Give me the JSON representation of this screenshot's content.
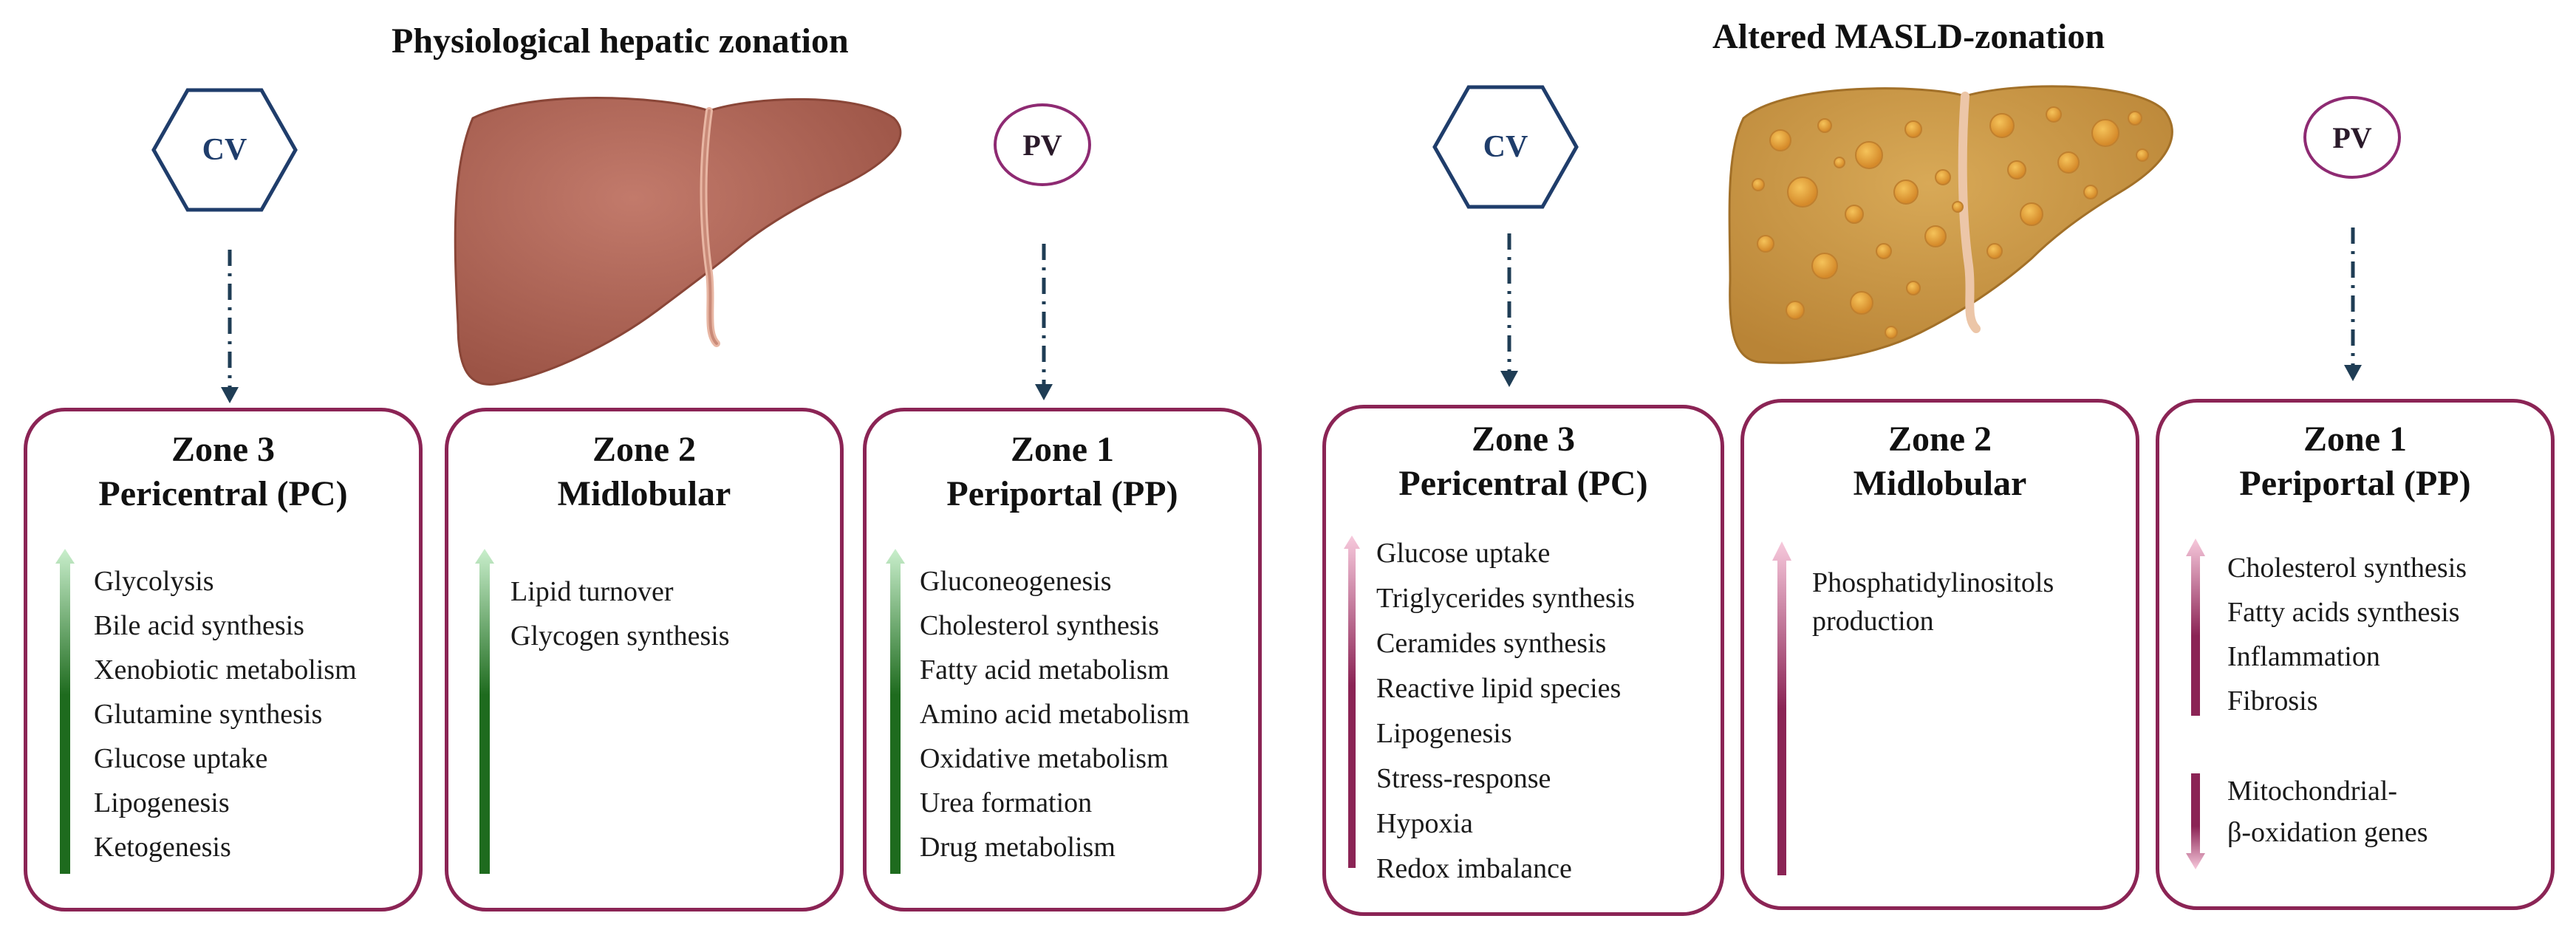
{
  "left_panel": {
    "title": "Physiological hepatic zonation",
    "cv_label": "CV",
    "pv_label": "PV",
    "zones": [
      {
        "title_line1": "Zone 3",
        "title_line2": "Pericentral (PC)",
        "items": [
          "Glycolysis",
          "Bile acid synthesis",
          "Xenobiotic metabolism",
          "Glutamine synthesis",
          "Glucose uptake",
          "Lipogenesis",
          "Ketogenesis"
        ]
      },
      {
        "title_line1": "Zone 2",
        "title_line2": "Midlobular",
        "items": [
          "Lipid turnover",
          "Glycogen synthesis"
        ]
      },
      {
        "title_line1": "Zone 1",
        "title_line2": "Periportal (PP)",
        "items": [
          "Gluconeogenesis",
          "Cholesterol synthesis",
          "Fatty acid metabolism",
          "Amino acid metabolism",
          "Oxidative metabolism",
          "Urea formation",
          "Drug metabolism"
        ]
      }
    ]
  },
  "right_panel": {
    "title": "Altered MASLD-zonation",
    "cv_label": "CV",
    "pv_label": "PV",
    "zones": [
      {
        "title_line1": "Zone 3",
        "title_line2": "Pericentral (PC)",
        "items": [
          "Glucose uptake",
          "Triglycerides synthesis",
          "Ceramides synthesis",
          "Reactive lipid species",
          "Lipogenesis",
          "Stress-response",
          "Hypoxia",
          "Redox imbalance"
        ]
      },
      {
        "title_line1": "Zone 2",
        "title_line2": "Midlobular",
        "items": [
          "Phosphatidylinositols",
          "production"
        ]
      },
      {
        "title_line1": "Zone 1",
        "title_line2": "Periportal (PP)",
        "items_up": [
          "Cholesterol synthesis",
          "Fatty acids synthesis",
          "Inflammation",
          "Fibrosis"
        ],
        "items_down": [
          "Mitochondrial-",
          "β-oxidation genes"
        ]
      }
    ]
  },
  "colors": {
    "green_dark": "#1e6b1e",
    "green_light": "#c9efcc",
    "maroon_dark": "#8b2455",
    "pink_light": "#f7c9dc",
    "box_border": "#8b2455",
    "hex_border": "#1f3d6b",
    "circle_border": "#8e2a72",
    "arrow_color": "#1f3d55",
    "healthy_liver": "#b5685a",
    "fatty_liver": "#c99745"
  },
  "icons": [
    "central-vein-hexagon-icon",
    "portal-vein-circle-icon",
    "healthy-liver-icon",
    "fatty-liver-icon",
    "dash-dot-arrow-icon",
    "gradient-arrow-icon"
  ]
}
